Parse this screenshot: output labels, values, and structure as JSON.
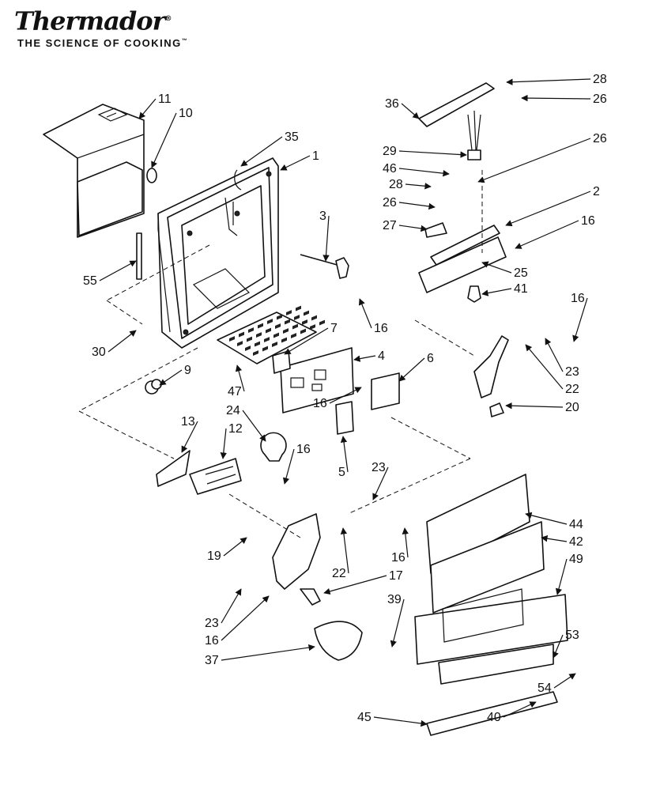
{
  "brand": {
    "name": "Thermador",
    "mark": "®",
    "tagline": "THE SCIENCE OF COOKING",
    "tagline_mark": "™"
  },
  "callouts": [
    {
      "id": "11",
      "label": "11"
    },
    {
      "id": "10",
      "label": "10"
    },
    {
      "id": "35",
      "label": "35"
    },
    {
      "id": "1",
      "label": "1"
    },
    {
      "id": "3",
      "label": "3"
    },
    {
      "id": "55",
      "label": "55"
    },
    {
      "id": "16a",
      "label": "16"
    },
    {
      "id": "30",
      "label": "30"
    },
    {
      "id": "7",
      "label": "7"
    },
    {
      "id": "9",
      "label": "9"
    },
    {
      "id": "4",
      "label": "4"
    },
    {
      "id": "6",
      "label": "6"
    },
    {
      "id": "16b",
      "label": "16"
    },
    {
      "id": "47",
      "label": "47"
    },
    {
      "id": "5",
      "label": "5"
    },
    {
      "id": "13",
      "label": "13"
    },
    {
      "id": "24",
      "label": "24"
    },
    {
      "id": "12",
      "label": "12"
    },
    {
      "id": "16c",
      "label": "16"
    },
    {
      "id": "28a",
      "label": "28"
    },
    {
      "id": "36",
      "label": "36"
    },
    {
      "id": "26a",
      "label": "26"
    },
    {
      "id": "26b",
      "label": "26"
    },
    {
      "id": "29",
      "label": "29"
    },
    {
      "id": "46",
      "label": "46"
    },
    {
      "id": "28b",
      "label": "28"
    },
    {
      "id": "26c",
      "label": "26"
    },
    {
      "id": "2",
      "label": "2"
    },
    {
      "id": "27",
      "label": "27"
    },
    {
      "id": "16d",
      "label": "16"
    },
    {
      "id": "25",
      "label": "25"
    },
    {
      "id": "41",
      "label": "41"
    },
    {
      "id": "16e",
      "label": "16"
    },
    {
      "id": "23a",
      "label": "23"
    },
    {
      "id": "22a",
      "label": "22"
    },
    {
      "id": "20",
      "label": "20"
    },
    {
      "id": "23b",
      "label": "23"
    },
    {
      "id": "19",
      "label": "19"
    },
    {
      "id": "22b",
      "label": "22"
    },
    {
      "id": "16f",
      "label": "16"
    },
    {
      "id": "17",
      "label": "17"
    },
    {
      "id": "23c",
      "label": "23"
    },
    {
      "id": "16g",
      "label": "16"
    },
    {
      "id": "39",
      "label": "39"
    },
    {
      "id": "37",
      "label": "37"
    },
    {
      "id": "44",
      "label": "44"
    },
    {
      "id": "42",
      "label": "42"
    },
    {
      "id": "49",
      "label": "49"
    },
    {
      "id": "53",
      "label": "53"
    },
    {
      "id": "54",
      "label": "54"
    },
    {
      "id": "40",
      "label": "40"
    },
    {
      "id": "45",
      "label": "45"
    }
  ]
}
